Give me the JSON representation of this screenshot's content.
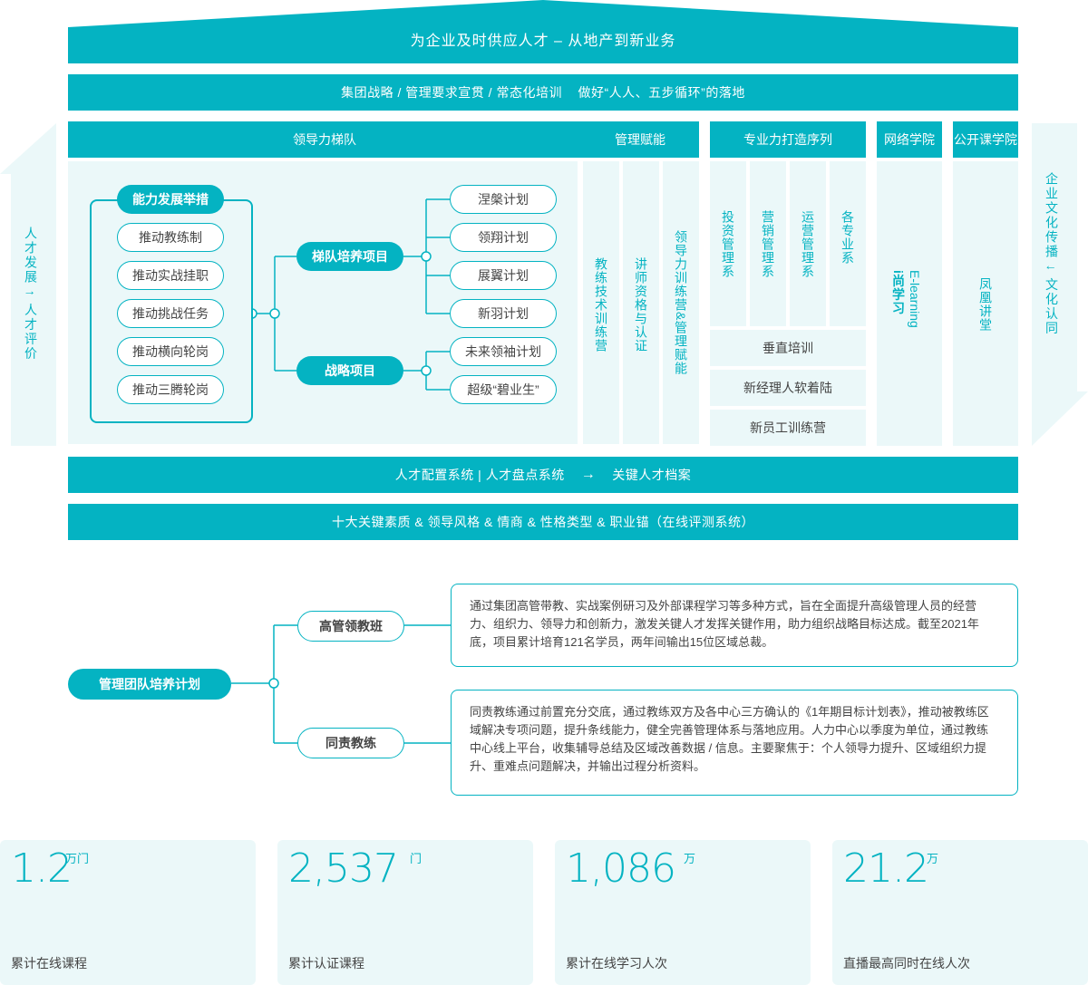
{
  "top": {
    "roof": "为企业及时供应人才 – 从地产到新业务",
    "bar2": "集团战略 / 管理要求宣贯 / 常态化培训    做好“人人、五步循环”的落地"
  },
  "headers": {
    "leadership": "领导力梯队",
    "mgmt": "管理赋能",
    "professional": "专业力打造序列",
    "network": "网络学院",
    "public": "公开课学院"
  },
  "left_side": "人才发展 ↑ 人才评价",
  "right_side": "企业文化传播 ↓ 文化认同",
  "measures": {
    "title": "能力发展举措",
    "items": [
      "推动教练制",
      "推动实战挂职",
      "推动挑战任务",
      "推动横向轮岗",
      "推动三腾轮岗"
    ]
  },
  "ladder": {
    "title": "梯队培养项目",
    "items": [
      "涅槃计划",
      "领翔计划",
      "展翼计划",
      "新羽计划"
    ]
  },
  "strategy": {
    "title": "战略项目",
    "items": [
      "未来领袖计划",
      "超级“碧业生”"
    ]
  },
  "mgmt_cols": [
    "教练技术训练营",
    "讲师资格与认证",
    "领导力训练营&管理赋能"
  ],
  "prof_cols": [
    "投资管理系",
    "营销管理系",
    "运营管理系",
    "各专业系"
  ],
  "prof_rows": [
    "垂直培训",
    "新经理人软着陆",
    "新员工训练营"
  ],
  "network_col": {
    "a": "i尚学习",
    "b": "E-learning"
  },
  "public_col": "凤凰讲堂",
  "bottom_bars": {
    "b1_left": "人才配置系统 | 人才盘点系统",
    "b1_arrow": "→",
    "b1_right": "关键人才档案",
    "b2": "十大关键素质 & 领导风格  & 情商 & 性格类型 & 职业锚（在线评测系统）"
  },
  "plan": {
    "root": "管理团队培养计划",
    "branch1": "高管领教班",
    "branch2": "同责教练",
    "desc1": "通过集团高管带教、实战案例研习及外部课程学习等多种方式，旨在全面提升高级管理人员的经营力、组织力、领导力和创新力，激发关键人才发挥关键作用，助力组织战略目标达成。截至2021年底，项目累计培育121名学员，两年间输出15位区域总裁。",
    "desc2": "同责教练通过前置充分交底，通过教练双方及各中心三方确认的《1年期目标计划表》，推动被教练区域解决专项问题，提升条线能力，健全完善管理体系与落地应用。人力中心以季度为单位，通过教练中心线上平台，收集辅导总结及区域改善数据 / 信息。主要聚焦于：个人领导力提升、区域组织力提升、重难点问题解决，并输出过程分析资料。"
  },
  "stats": [
    {
      "num": "1.2",
      "unit": "万门",
      "label": "累计在线课程"
    },
    {
      "num": "2,537",
      "unit": "门",
      "label": "累计认证课程"
    },
    {
      "num": "1,086",
      "unit": "万",
      "label": "累计在线学习人次"
    },
    {
      "num": "21.2",
      "unit": "万",
      "label": "直播最高同时在线人次"
    }
  ],
  "colors": {
    "accent": "#04b3c2",
    "light": "#ebf8f9"
  }
}
